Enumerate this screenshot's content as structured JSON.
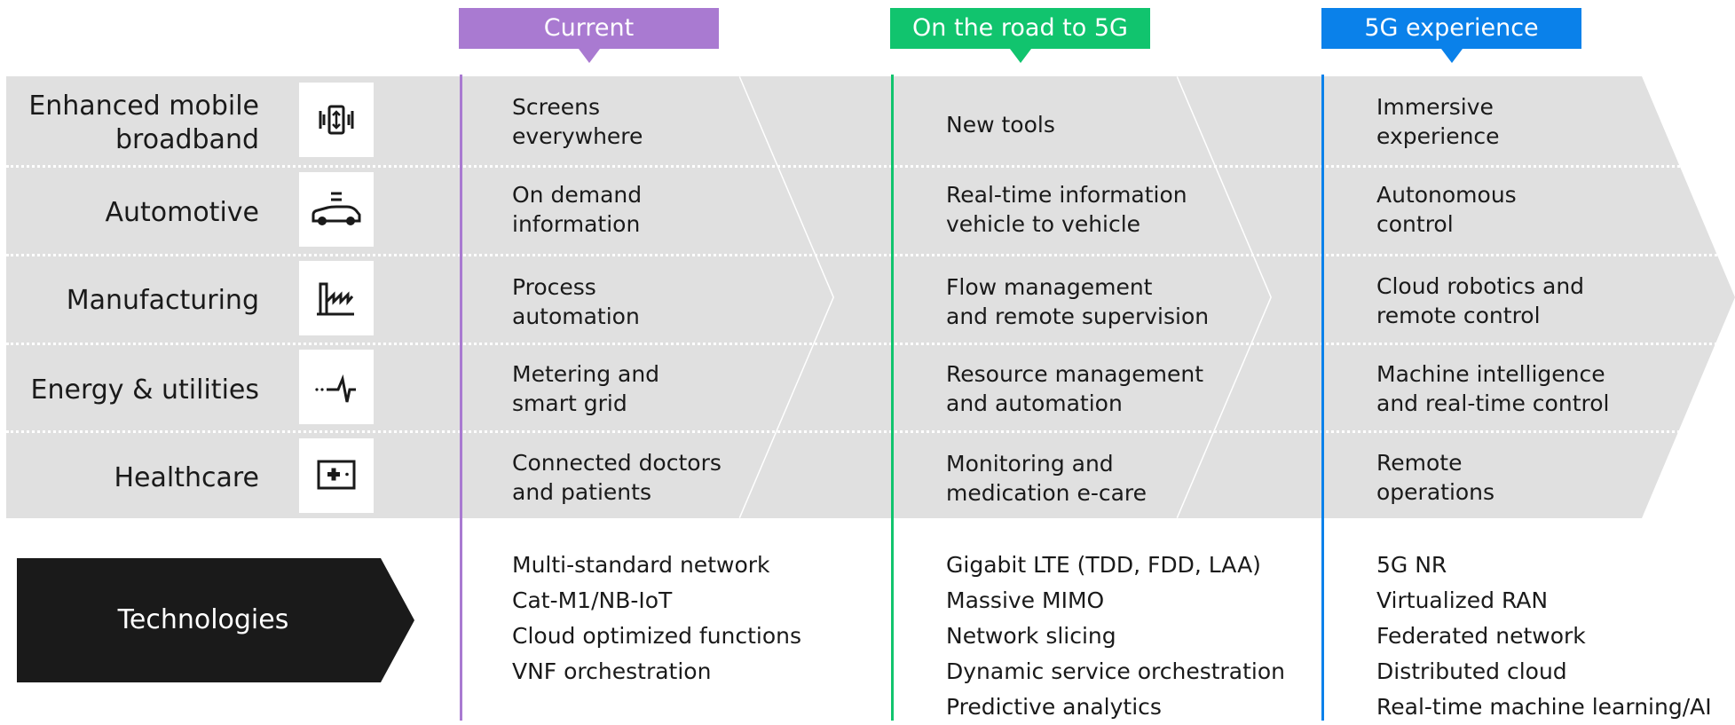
{
  "columns": [
    {
      "label": "Current",
      "color": "#a97ad1"
    },
    {
      "label": "On the road to 5G",
      "color": "#11c46e"
    },
    {
      "label": "5G experience",
      "color": "#0a81ea"
    }
  ],
  "rows": [
    {
      "label": "Enhanced mobile\nbroadband",
      "icon": "smartphone-signal-icon",
      "cells": [
        "Screens\neverywhere",
        "New tools",
        "Immersive\nexperience"
      ]
    },
    {
      "label": "Automotive",
      "icon": "car-icon",
      "cells": [
        "On demand\ninformation",
        "Real-time information\nvehicle to vehicle",
        "Autonomous\ncontrol"
      ]
    },
    {
      "label": "Manufacturing",
      "icon": "factory-icon",
      "cells": [
        "Process\nautomation",
        "Flow management\nand remote supervision",
        "Cloud robotics and\nremote control"
      ]
    },
    {
      "label": "Energy & utilities",
      "icon": "pulse-icon",
      "cells": [
        "Metering and\nsmart grid",
        "Resource management\nand automation",
        "Machine intelligence\nand real-time control"
      ]
    },
    {
      "label": "Healthcare",
      "icon": "medical-kit-icon",
      "cells": [
        "Connected doctors\nand patients",
        "Monitoring and\nmedication e-care",
        "Remote\noperations"
      ]
    }
  ],
  "technologies": {
    "label": "Technologies",
    "columns": [
      [
        "Multi-standard network",
        "Cat-M1/NB-IoT",
        "Cloud optimized functions",
        "VNF orchestration"
      ],
      [
        "Gigabit LTE (TDD, FDD, LAA)",
        "Massive MIMO",
        "Network slicing",
        "Dynamic service orchestration",
        "Predictive analytics"
      ],
      [
        "5G NR",
        "Virtualized RAN",
        "Federated network",
        "Distributed cloud",
        "Real-time machine learning/AI"
      ]
    ]
  },
  "colors": {
    "band": "#e0e0e0",
    "chevron_edge": "#ffffff",
    "tech_box": "#1a1a1a"
  }
}
